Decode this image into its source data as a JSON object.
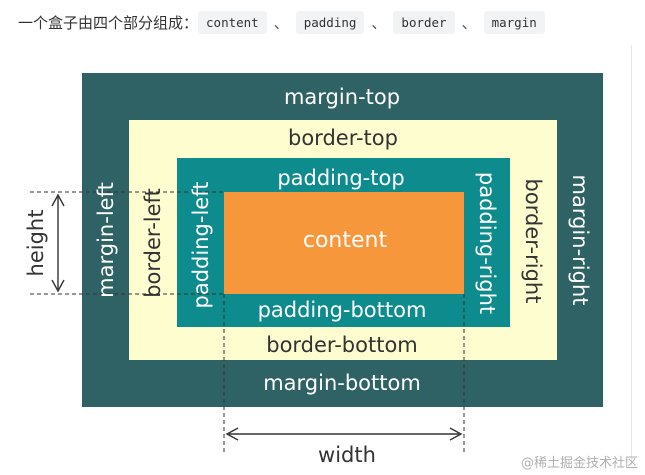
{
  "intro": {
    "text": "一个盒子由四个部分组成：",
    "sep": "、",
    "items": [
      "content",
      "padding",
      "border",
      "margin"
    ]
  },
  "diagram": {
    "margin": {
      "top": "margin-top",
      "left": "margin-left",
      "right": "margin-right",
      "bottom": "margin-bottom"
    },
    "border": {
      "top": "border-top",
      "left": "border-left",
      "right": "border-right",
      "bottom": "border-bottom"
    },
    "padding": {
      "top": "padding-top",
      "left": "padding-left",
      "right": "padding-right",
      "bottom": "padding-bottom"
    },
    "content": "content",
    "height_label": "height",
    "width_label": "width",
    "colors": {
      "margin": "#2f6264",
      "border": "#fdfdcf",
      "padding": "#0e8b8c",
      "content": "#f7973b",
      "dim": "#333333"
    }
  },
  "watermark": "@稀土掘金技术社区"
}
